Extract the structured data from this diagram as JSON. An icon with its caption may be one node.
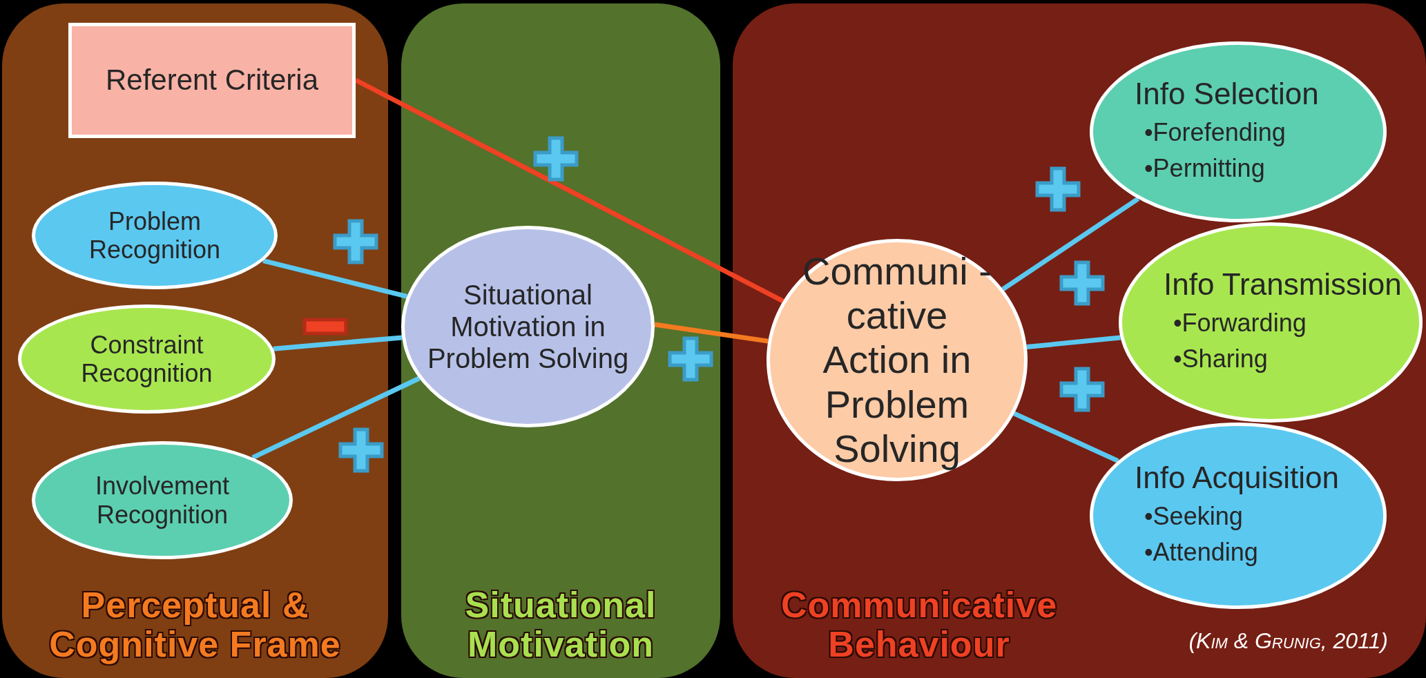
{
  "diagram": {
    "nodes": [
      {
        "text": [
          "Perceptual & Cognitive Frame"
        ]
      },
      {
        "text": [
          "Referent Criteria"
        ],
        "in": 0
      },
      {
        "text": [
          "Problem Recognition"
        ],
        "in": 0
      },
      {
        "text": [
          "Constraint Recognition"
        ],
        "in": 0
      },
      {
        "text": [
          "Involvement Recognition"
        ],
        "in": 0
      },
      {
        "text": [
          "Situational Motivation"
        ]
      },
      {
        "text": [
          "Situational Motivation in Problem Solving"
        ],
        "in": 5
      },
      {
        "text": [
          "Communicative Behaviour"
        ]
      },
      {
        "text": [
          "Communi -cative Action in Problem Solving"
        ],
        "in": 7
      },
      {
        "text": [
          "Info Selection",
          "•Forefending",
          "•Permitting"
        ],
        "in": 7
      },
      {
        "text": [
          "Info Transmission",
          "•Forwarding",
          "•Sharing"
        ],
        "in": 7
      },
      {
        "text": [
          "Info Acquisition",
          "•Seeking",
          "•Attending"
        ],
        "in": 7
      }
    ],
    "edges": [
      {
        "from": 2,
        "to": 6,
        "arrow": "none"
      },
      {
        "from": 3,
        "to": 6,
        "arrow": "none"
      },
      {
        "from": 4,
        "to": 6,
        "arrow": "none"
      },
      {
        "from": 1,
        "to": 8,
        "arrow": "none",
        "color": "#ef4123"
      },
      {
        "from": 6,
        "to": 8,
        "arrow": "none",
        "color": "#f47a20"
      },
      {
        "from": 8,
        "to": 9,
        "arrow": "none"
      },
      {
        "from": 8,
        "to": 10,
        "arrow": "none"
      },
      {
        "from": 8,
        "to": 11,
        "arrow": "none"
      }
    ],
    "labels": [
      "(Kim & Grunig, 2011)"
    ]
  }
}
